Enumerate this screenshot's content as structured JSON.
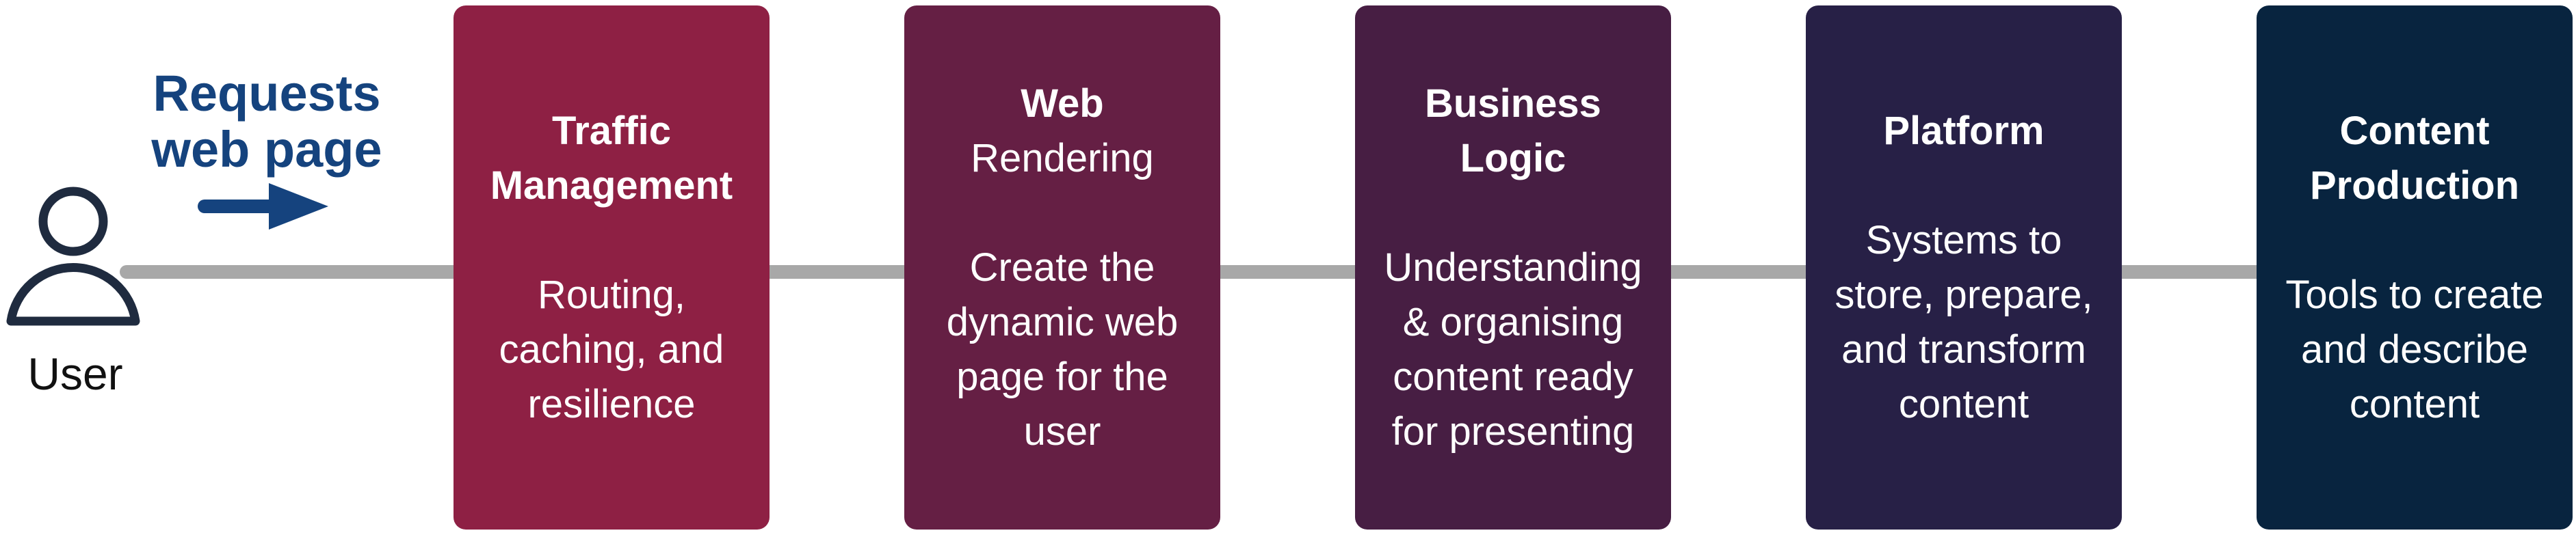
{
  "colors": {
    "accent_blue": "#15437E",
    "connector_gray": "#A8A8A8",
    "icon_navy": "#1F2B3F",
    "text_white": "#FFFFFF"
  },
  "user": {
    "label": "User"
  },
  "request_label": {
    "line1": "Requests",
    "line2": "web page"
  },
  "boxes": [
    {
      "id": "traffic-management",
      "color": "#8E2044",
      "title_lines": [
        "Traffic",
        "Management"
      ],
      "body_lines": [
        "Routing,",
        "caching, and",
        "resilience"
      ]
    },
    {
      "id": "web-rendering",
      "color": "#651F44",
      "title_lines": [
        "Web",
        "Rendering"
      ],
      "body_lines": [
        "Create the",
        "dynamic web",
        "page for the",
        "user"
      ]
    },
    {
      "id": "business-logic",
      "color": "#471E43",
      "title_lines": [
        "Business",
        "Logic"
      ],
      "body_lines": [
        "Understanding",
        "& organising",
        "content ready",
        "for presenting"
      ]
    },
    {
      "id": "platform",
      "color": "#272046",
      "title_lines": [
        "Platform"
      ],
      "body_lines": [
        "Systems to",
        "store, prepare,",
        "and transform",
        "content"
      ]
    },
    {
      "id": "content-production",
      "color": "#08243F",
      "title_lines": [
        "Content",
        "Production"
      ],
      "body_lines": [
        "Tools to create",
        "and describe",
        "content"
      ]
    }
  ]
}
